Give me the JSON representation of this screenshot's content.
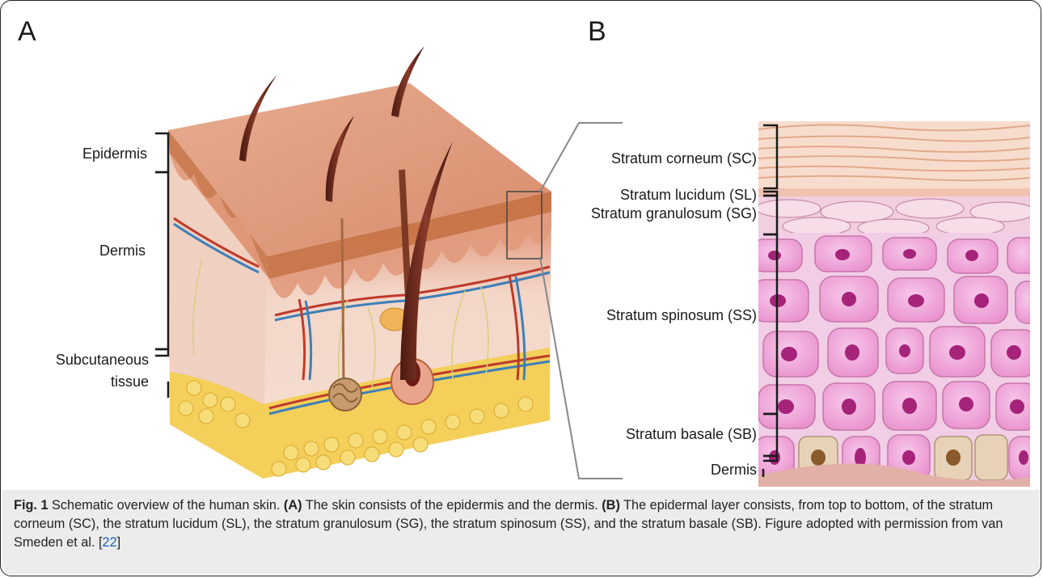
{
  "panels": {
    "a": {
      "letter": "A",
      "labels": {
        "epidermis": "Epidermis",
        "dermis": "Dermis",
        "subcutaneous_1": "Subcutaneous",
        "subcutaneous_2": "tissue"
      }
    },
    "b": {
      "letter": "B",
      "labels": {
        "sc": "Stratum corneum (SC)",
        "sl": "Stratum lucidum (SL)",
        "sg": "Stratum granulosum (SG)",
        "ss": "Stratum spinosum (SS)",
        "sb": "Stratum basale (SB)",
        "dermis": "Dermis"
      }
    }
  },
  "caption": {
    "fig": "Fig. 1",
    "t1": " Schematic overview of the human skin. ",
    "a": "(A)",
    "t2": " The skin consists of the epidermis and the dermis. ",
    "b": "(B)",
    "t3": " The epidermal layer consists, from top to bottom, of the stratum corneum (SC), the stratum lucidum (SL), the stratum granulosum (SG), the stratum spinosum (SS), and the stratum basale (SB). Figure adopted with permission from van Smeden et al. [",
    "ref": "22",
    "t4": "]"
  },
  "colors": {
    "skin_top": "#e3a184",
    "epidermis": "#c97a52",
    "dermis": "#f2d3c4",
    "fat": "#f2c94c",
    "artery": "#c0392b",
    "vein": "#3d7fb8",
    "cell": "#f0a8d8",
    "nucleus": "#a6237a",
    "corneum": "#f6d3c4"
  }
}
